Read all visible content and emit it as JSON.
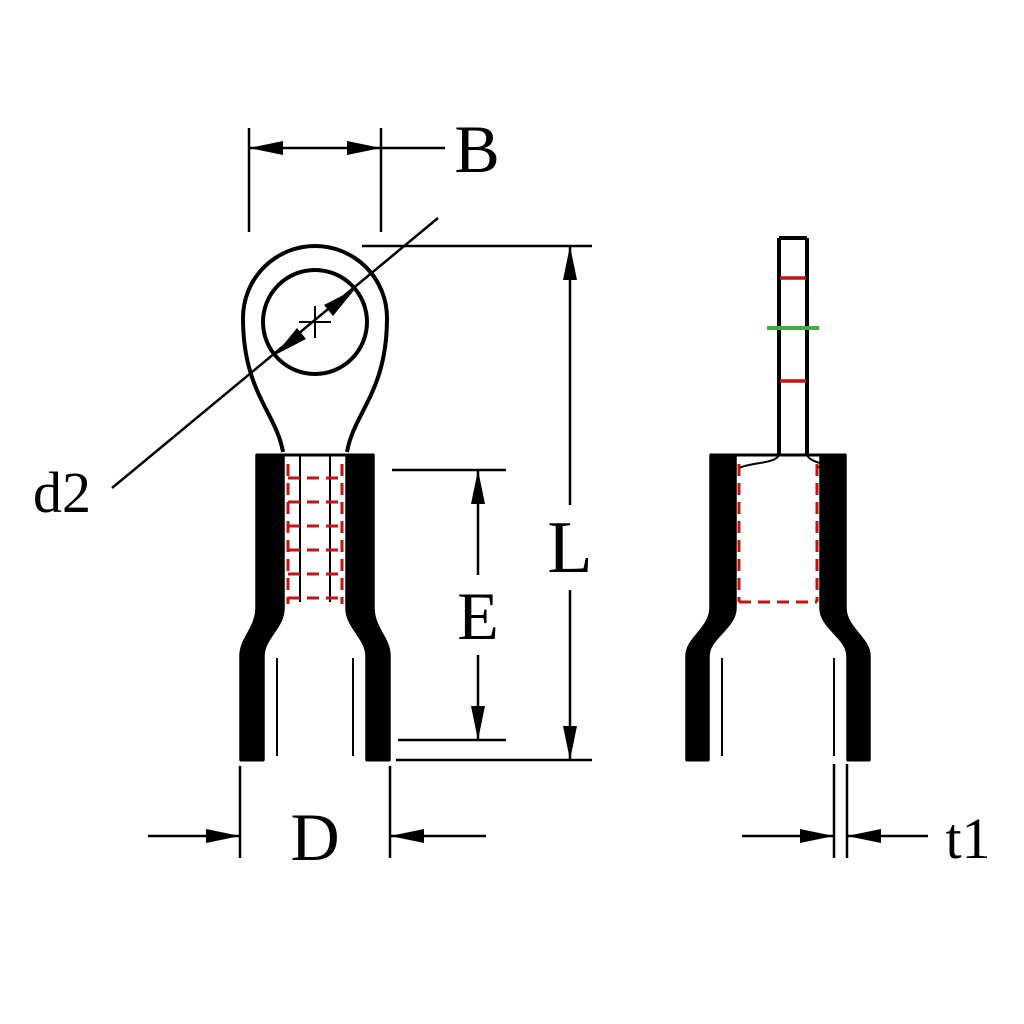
{
  "drawing": {
    "type": "technical-drawing",
    "description": "Insulated ring terminal dimensional drawing, front view and side view",
    "labels": {
      "b": "B",
      "l": "L",
      "e": "E",
      "d": "D",
      "d2": "d2",
      "t1": "t1"
    },
    "colors": {
      "outline": "#000000",
      "hidden_line_red": "#c41111",
      "strip_indicator_green": "#3cb043",
      "background": "#ffffff"
    }
  }
}
